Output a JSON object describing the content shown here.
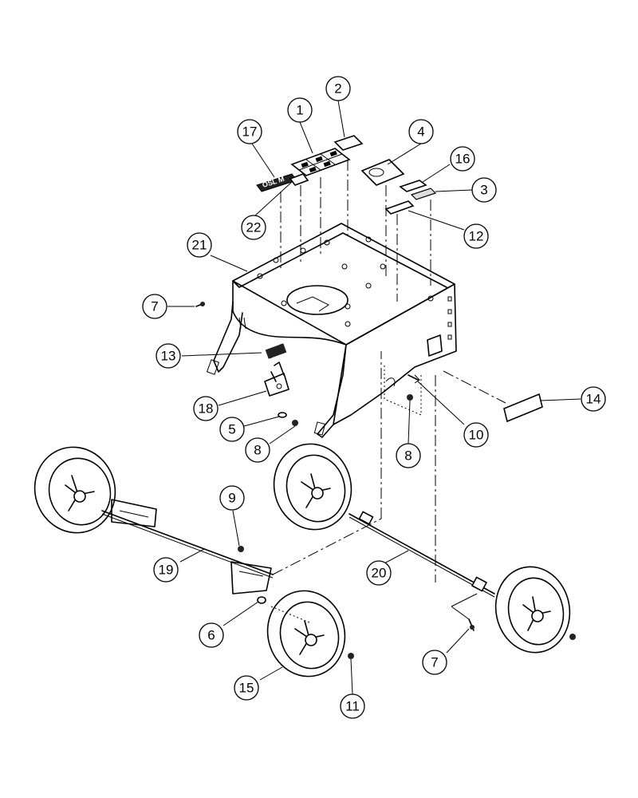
{
  "diagram": {
    "decal_text": "OSL M",
    "callouts": [
      "1",
      "2",
      "3",
      "4",
      "5",
      "6",
      "7",
      "8",
      "9",
      "10",
      "11",
      "12",
      "13",
      "14",
      "15",
      "16",
      "17",
      "18",
      "19",
      "20",
      "21",
      "22"
    ]
  }
}
